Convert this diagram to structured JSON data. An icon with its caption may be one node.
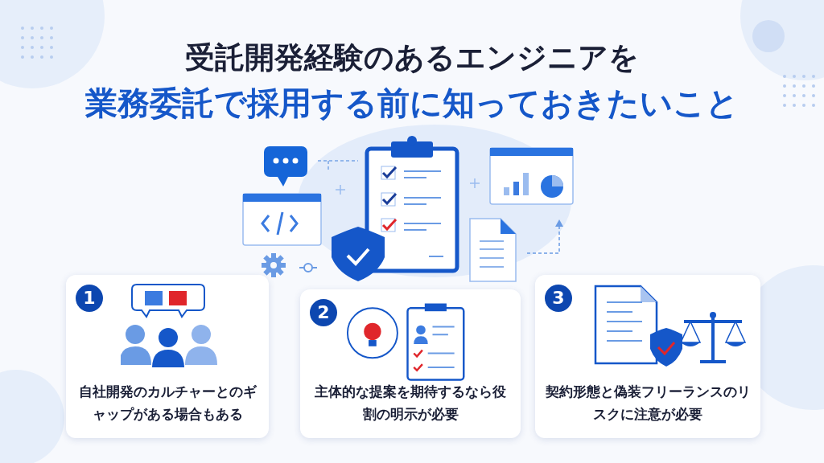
{
  "diagram": {
    "title": "受託開発経験のあるエンジニアを",
    "labels": [
      "業務委託で採用する**前**に知っておきたいこと"
    ],
    "nodes": [
      {
        "text": [
          "1",
          "自社開発のカルチャーとのギャップがある場合もある"
        ]
      },
      {
        "text": [
          "2",
          "主体的な提案を期待するなら役割の明示が必要"
        ]
      },
      {
        "text": [
          "3",
          "契約形態と偽装フリーランスのリスクに注意が必要"
        ]
      }
    ]
  }
}
